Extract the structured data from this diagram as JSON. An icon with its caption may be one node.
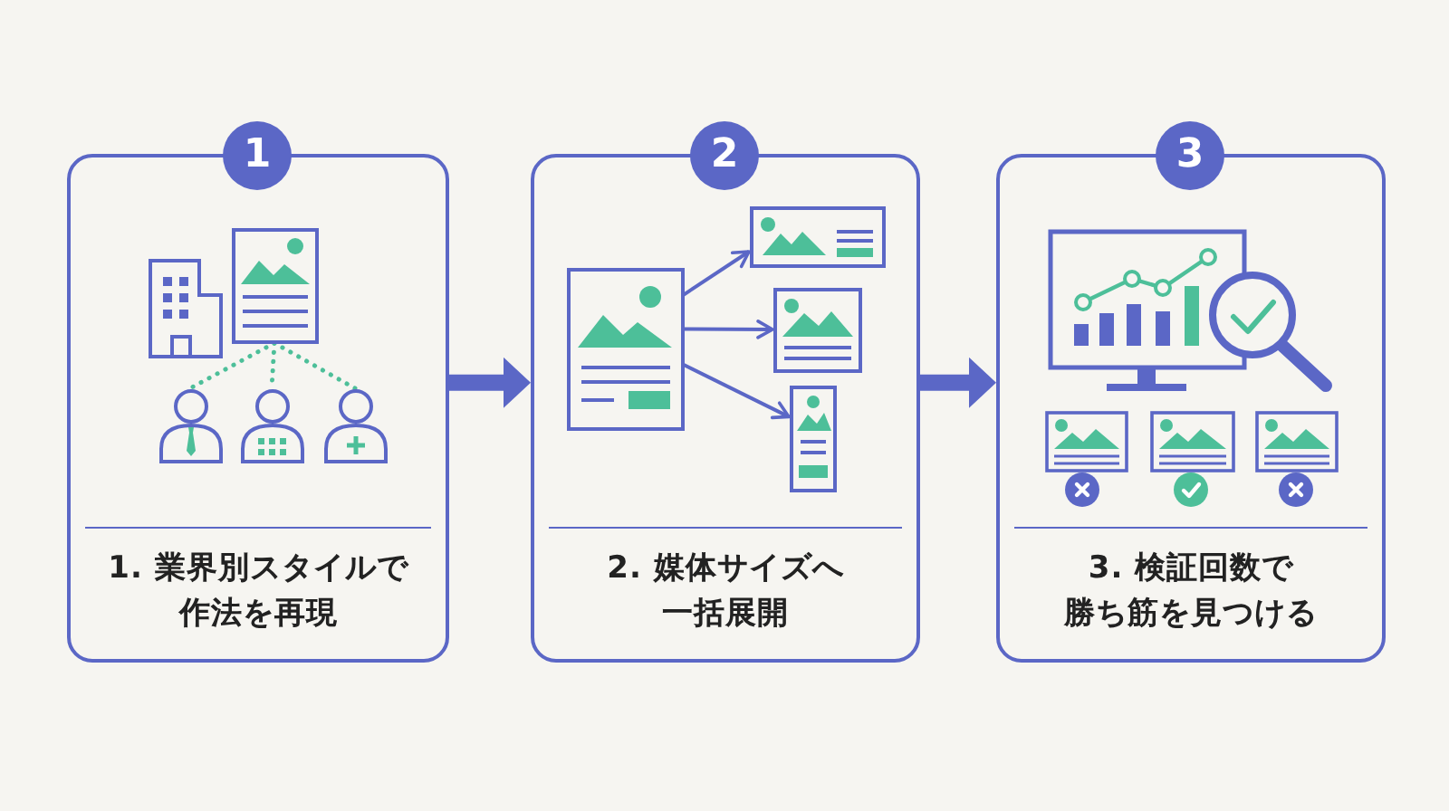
{
  "diagram": {
    "nodes": [
      {
        "text": [
          "1",
          "1. 業界別スタイルで作法を再現"
        ]
      },
      {
        "text": [],
        "shape": "picture",
        "in": 0
      },
      {
        "text": [],
        "shape": "person",
        "in": 0
      },
      {
        "text": [],
        "shape": "person",
        "in": 0
      },
      {
        "text": [],
        "shape": "person",
        "in": 0
      },
      {
        "text": [
          "2",
          "2. 媒体サイズへ一括展開"
        ]
      },
      {
        "text": [],
        "shape": "picture",
        "in": 5
      },
      {
        "text": [],
        "shape": "picture",
        "in": 5
      },
      {
        "text": [],
        "shape": "picture",
        "in": 5
      },
      {
        "text": [],
        "shape": "picture",
        "in": 5
      },
      {
        "text": [
          "3",
          "3. 検証回数で勝ち筋を見つける"
        ]
      }
    ],
    "edges": [
      {
        "from": 1,
        "to": 2,
        "arrow": "none",
        "style": "dashed",
        "color": "#4dbf99"
      },
      {
        "from": 1,
        "to": 3,
        "arrow": "none",
        "style": "dashed",
        "color": "#4dbf99"
      },
      {
        "from": 1,
        "to": 4,
        "arrow": "none",
        "style": "dashed",
        "color": "#4dbf99"
      },
      {
        "from": 0,
        "to": 5,
        "arrow": "to",
        "style": "thick"
      },
      {
        "from": 6,
        "to": 7,
        "arrow": "to"
      },
      {
        "from": 6,
        "to": 8,
        "arrow": "to"
      },
      {
        "from": 6,
        "to": 9,
        "arrow": "to"
      },
      {
        "from": 5,
        "to": 10,
        "arrow": "to",
        "style": "thick"
      }
    ]
  }
}
